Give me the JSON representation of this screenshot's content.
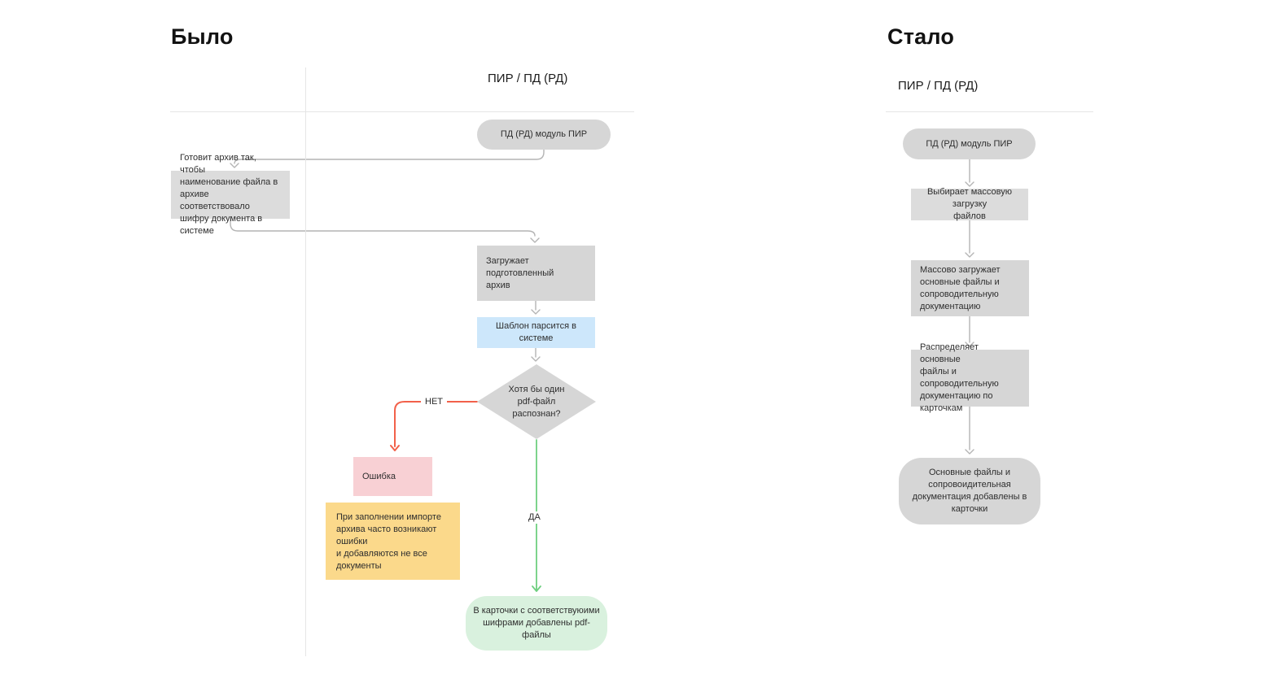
{
  "before": {
    "title": "Было",
    "lane_header": "ПИР / ПД (РД)",
    "nodes": {
      "start": "ПД (РД) модуль ПИР",
      "prepare": "Готовит архив так, чтобы\nнаименование файла в\nархиве соответствовало\nшифру документа в системе",
      "upload": "Загружает подготовленный\nархив",
      "parse": "Шаблон парсится в системе",
      "decision": "Хотя бы один\npdf-файл\nраспознан?",
      "error": "Ошибка",
      "note": "При заполнении импорте\nархива часто возникают ошибки\nи добавляются не все\nдокументы",
      "success": "В карточки с соответствуюими\nшифрами добавлены pdf-файлы"
    },
    "edge_labels": {
      "no": "НЕТ",
      "yes": "ДА"
    }
  },
  "after": {
    "title": "Стало",
    "lane_header": "ПИР / ПД (РД)",
    "nodes": {
      "start": "ПД (РД) модуль ПИР",
      "choose": "Выбирает массовую загрузку\nфайлов",
      "mass_upload": "Массово загружает\nосновные файлы и\nсопроводительную\nдокументацию",
      "distribute": "Распределяет основные\nфайлы и сопроводительную\nдокументацию по карточкам",
      "done": "Основные файлы и\nсопровоидительная\nдокументация добавлены в\nкарточки"
    }
  },
  "colors": {
    "node_gray": "#d6d6d6",
    "node_gray_light": "#dcdcdc",
    "node_blue": "#cde7fb",
    "node_pink": "#f8d0d4",
    "node_yellow": "#fbd98b",
    "node_green": "#d9f1de",
    "line_gray": "#b4b4b4",
    "line_red": "#f2614a",
    "line_green": "#6fcf80",
    "frame_line": "#e5e5e5",
    "text": "#2e2e2e",
    "title": "#121212"
  }
}
